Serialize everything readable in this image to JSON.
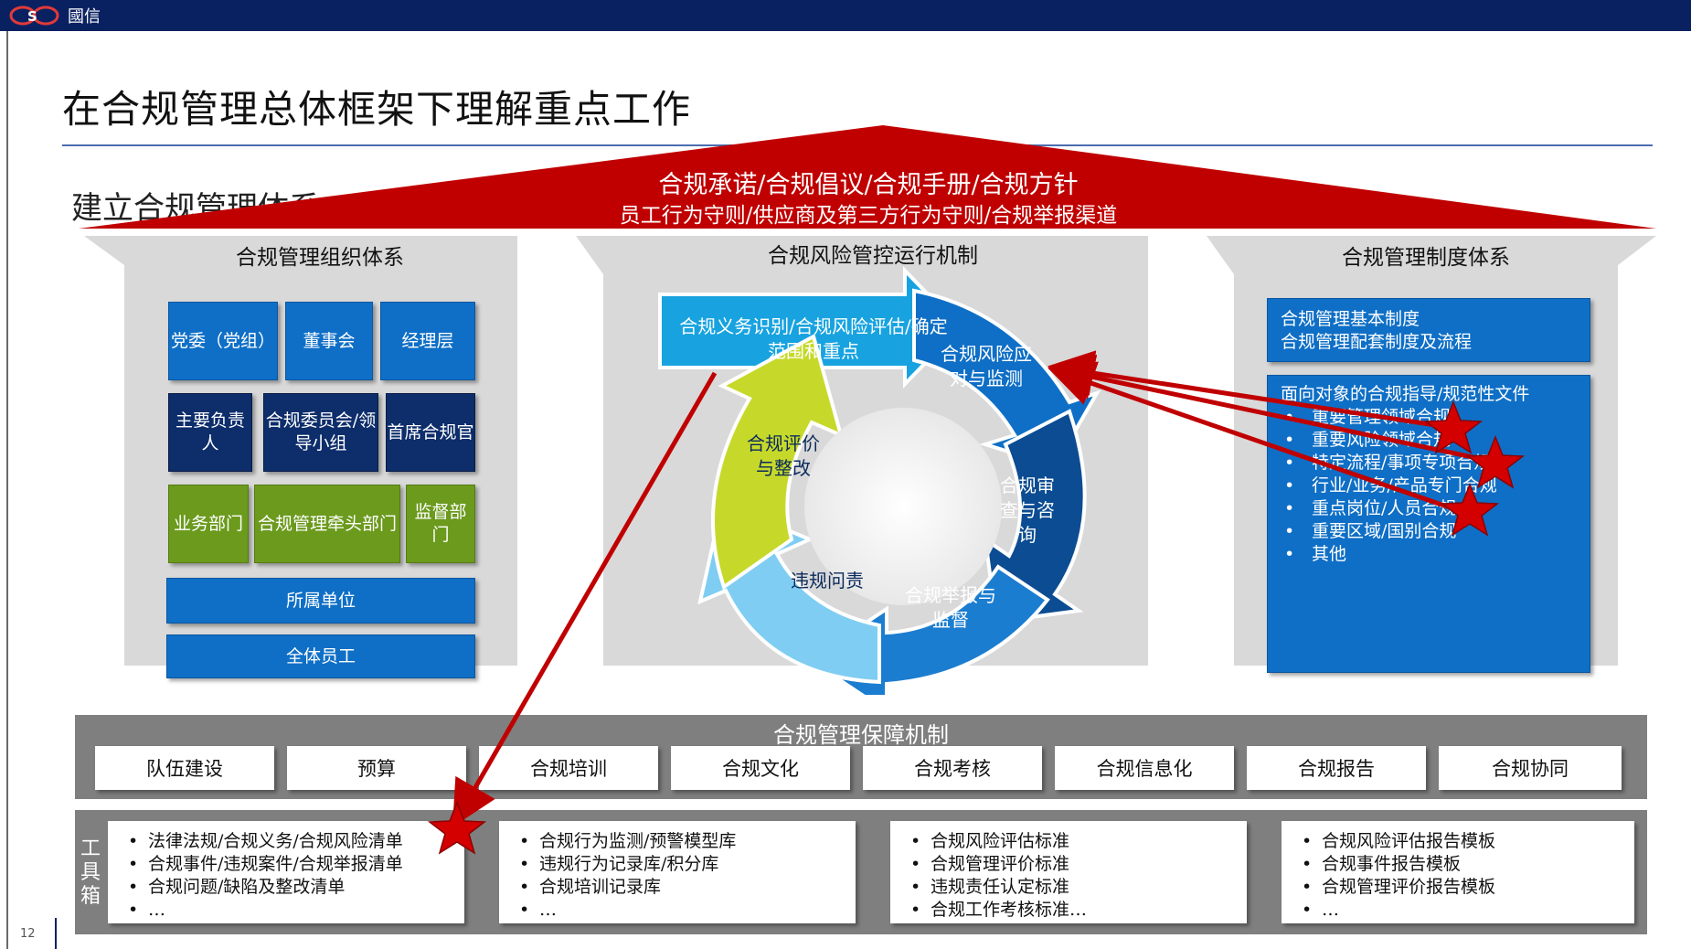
{
  "header": {
    "logo_text": "國信"
  },
  "title": "在合规管理总体框架下理解重点工作",
  "subtitle": "建立合规管理体系",
  "roof": {
    "line1": "合规承诺/合规倡议/合规手册/合规方针",
    "line2": "员工行为守则/供应商及第三方行为守则/合规举报渠道"
  },
  "pillars": {
    "org": {
      "title": "合规管理组织体系",
      "row1": [
        "党委（党组）",
        "董事会",
        "经理层"
      ],
      "row2": [
        "主要负责人",
        "合规委员会/领导小组",
        "首席合规官"
      ],
      "row3": [
        "业务部门",
        "合规管理牵头部门",
        "监督部门"
      ],
      "bar1": "所属单位",
      "bar2": "全体员工"
    },
    "risk": {
      "title": "合规风险管控运行机制",
      "steps": [
        "合规义务识别/合规风险评估/确定范围和重点",
        "合规风险应对与监测",
        "合规审查与咨询",
        "合规举报与监督",
        "违规问责",
        "合规评价与整改"
      ]
    },
    "system": {
      "title": "合规管理制度体系",
      "box1": [
        "合规管理基本制度",
        "合规管理配套制度及流程"
      ],
      "box2_header": "面向对象的合规指导/规范性文件",
      "box2_items": [
        "重要管理领域合规",
        "重要风险领域合规",
        "特定流程/事项专项合规",
        "行业/业务/产品专门合规",
        "重点岗位/人员合规",
        "重要区域/国别合规",
        "其他"
      ]
    }
  },
  "guarantee": {
    "title": "合规管理保障机制",
    "items": [
      "队伍建设",
      "预算",
      "合规培训",
      "合规文化",
      "合规考核",
      "合规信息化",
      "合规报告",
      "合规协同"
    ]
  },
  "toolbox": {
    "label": "工具箱",
    "boxes": [
      [
        "法律法规/合规义务/合规风险清单",
        "合规事件/违规案件/合规举报清单",
        "合规问题/缺陷及整改清单",
        "…"
      ],
      [
        "合规行为监测/预警模型库",
        "违规行为记录库/积分库",
        "合规培训记录库",
        "…"
      ],
      [
        "合规风险评估标准",
        "合规管理评价标准",
        "违规责任认定标准",
        "合规工作考核标准…"
      ],
      [
        "合规风险评估报告模板",
        "合规事件报告模板",
        "合规管理评价报告模板",
        "…"
      ]
    ]
  },
  "page_number": "12",
  "colors": {
    "header_navy": "#0a2161",
    "roof_red": "#c00000",
    "pillar_gray": "#d9d9d9",
    "block_blue": "#0f6fc6",
    "block_navy": "#0d2d6b",
    "block_green": "#6b9a1d",
    "guarantee_gray": "#7f7f7f"
  }
}
